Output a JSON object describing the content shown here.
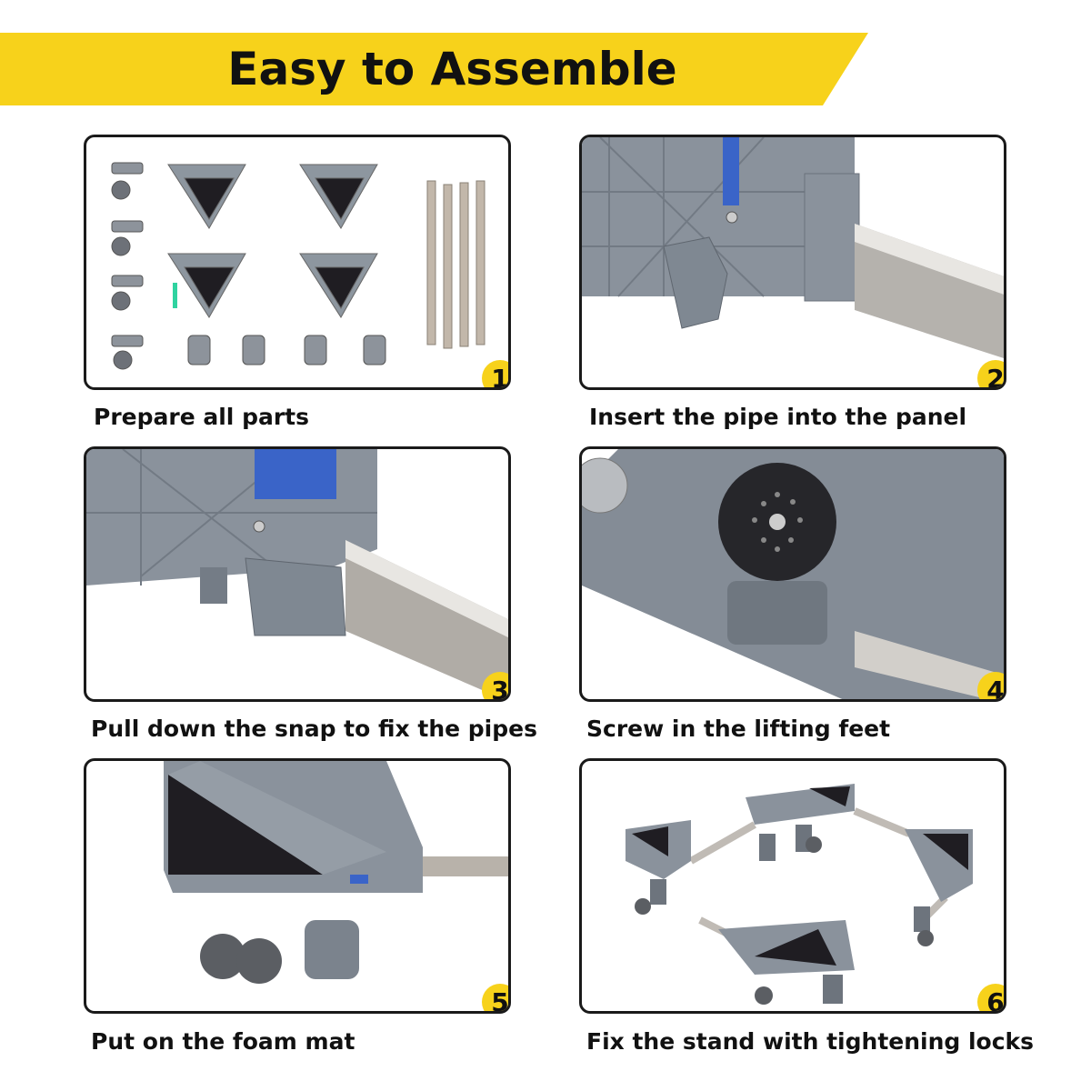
{
  "header": {
    "title": "Easy to Assemble"
  },
  "colors": {
    "accent": "#f7d21b",
    "border": "#1a1a1a",
    "part_gray": "#8a929c",
    "mat_black": "#1f1d22"
  },
  "steps": [
    {
      "number": "1",
      "caption": "Prepare all parts"
    },
    {
      "number": "2",
      "caption": "Insert the pipe into the panel"
    },
    {
      "number": "3",
      "caption": "Pull down the snap to fix the pipes"
    },
    {
      "number": "4",
      "caption": "Screw in the lifting feet"
    },
    {
      "number": "5",
      "caption": "Put on the foam mat"
    },
    {
      "number": "6",
      "caption": "Fix the stand with tightening locks"
    }
  ]
}
